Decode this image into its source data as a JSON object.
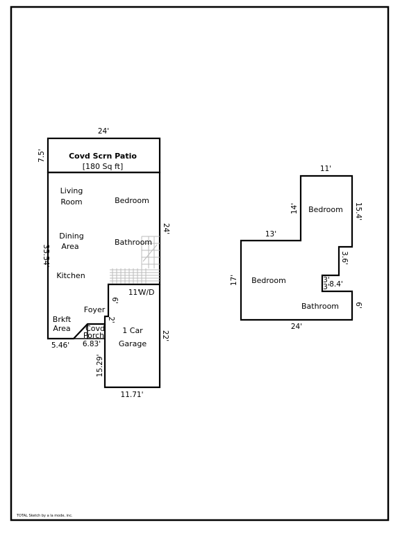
{
  "page_border": true,
  "colors": {
    "line": "#000000",
    "stair": "#bbbbbb",
    "background": "#ffffff"
  },
  "first_floor": {
    "patio": {
      "title": "Covd Scrn Patio",
      "area": "[180 Sq ft]"
    },
    "rooms": {
      "living_line1": "Living",
      "living_line2": "Room",
      "bedroom": "Bedroom",
      "dining_line1": "Dining",
      "dining_line2": "Area",
      "bathroom": "Bathroom",
      "kitchen": "Kitchen",
      "wd": "W/D",
      "foyer": "Foyer",
      "brkft_line1": "Brkft",
      "brkft_line2": "Area",
      "porch_line1": "Covd",
      "porch_line2": "Porch",
      "garage_line1": "1 Car",
      "garage_line2": "Garage"
    },
    "dims": {
      "top": "24'",
      "patio_side": "7.5'",
      "left": "35.54'",
      "right": "24'",
      "wd_width": "11'",
      "foyer_side": "6'",
      "step": "2'",
      "left_bottom": "5.46'",
      "porch_bottom": "6.83'",
      "garage_left": "15.29'",
      "garage_right": "22'",
      "garage_bottom": "11.71'"
    }
  },
  "second_floor": {
    "rooms": {
      "bedroom_upper": "Bedroom",
      "bedroom_lower": "Bedroom",
      "bathroom": "Bathroom"
    },
    "dims": {
      "top": "11'",
      "tower_left": "14'",
      "tower_right": "15.4'",
      "ledge": "13'",
      "left": "17'",
      "notch": "3.6'",
      "small_a": "3'",
      "small_b": "3'",
      "small_c": "8.4'",
      "right_lower": "6'",
      "bottom": "24'"
    }
  },
  "footer": "TOTAL Sketch by a la mode, inc."
}
